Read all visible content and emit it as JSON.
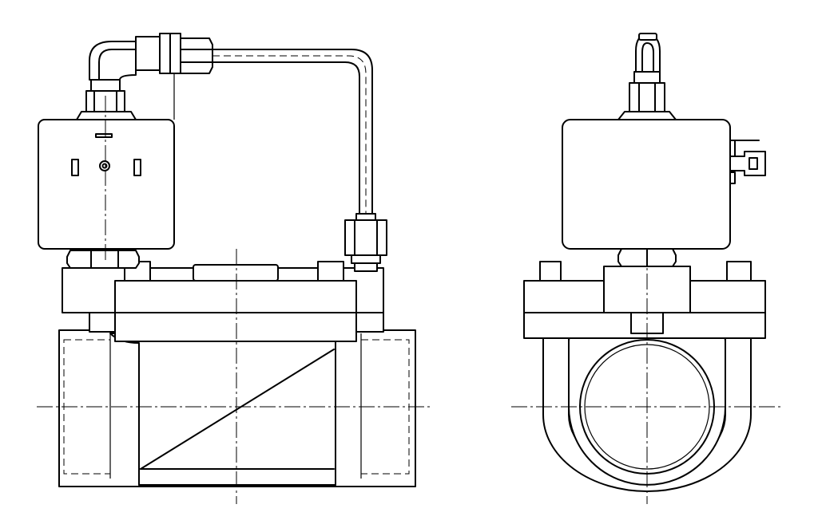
{
  "drawing": {
    "kind": "technical line drawing",
    "views": [
      "front-elevation",
      "side-elevation"
    ],
    "colors": {
      "line": "#000000",
      "background": "#ffffff"
    }
  }
}
